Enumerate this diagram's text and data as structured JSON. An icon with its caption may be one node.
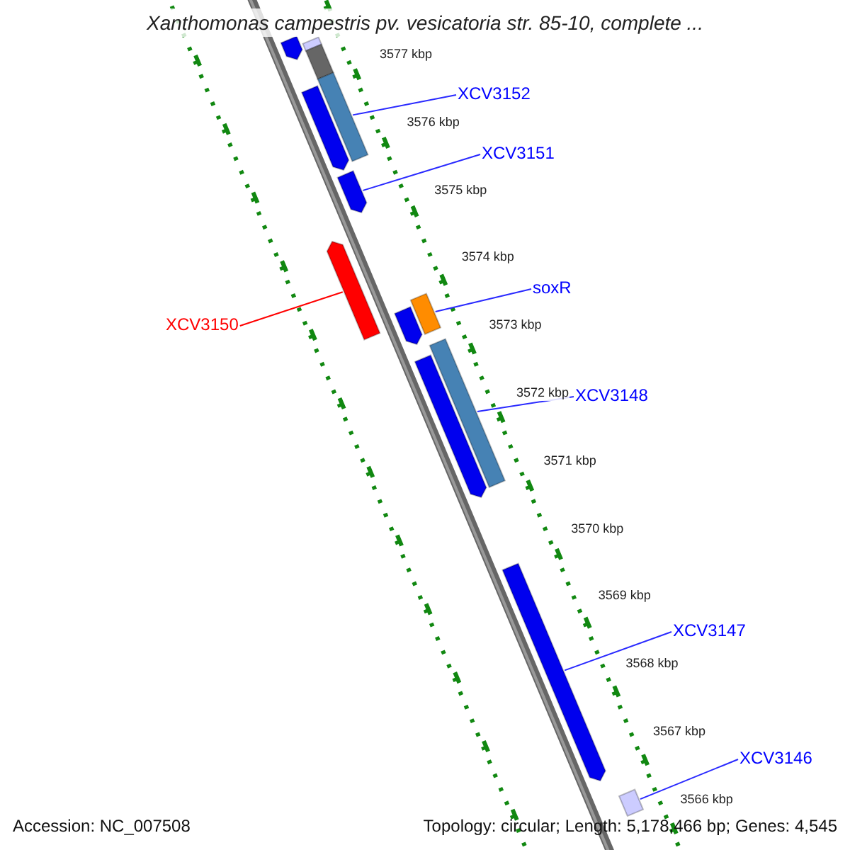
{
  "diagram": {
    "title": "Xanthomonas campestris pv. vesicatoria str. 85-10, complete ...",
    "nodes": [
      {
        "text": [
          "XCV3152"
        ]
      },
      {
        "text": [
          "XCV3151"
        ]
      },
      {
        "text": [
          "XCV3150"
        ]
      },
      {
        "text": [
          "soxR"
        ]
      },
      {
        "text": [
          "XCV3148"
        ]
      },
      {
        "text": [
          "XCV3147"
        ]
      },
      {
        "text": [
          "XCV3146"
        ]
      },
      {
        "text": [],
        "shape": "arrow"
      },
      {
        "text": [],
        "shape": "bar"
      },
      {
        "text": [],
        "shape": "bar"
      },
      {
        "text": [],
        "shape": "bar"
      },
      {
        "text": [],
        "shape": "arrow"
      },
      {
        "text": [],
        "shape": "arrow"
      },
      {
        "text": [],
        "shape": "arrow"
      },
      {
        "text": [],
        "shape": "bar"
      },
      {
        "text": [],
        "shape": "arrow"
      },
      {
        "text": [],
        "shape": "bar"
      },
      {
        "text": [],
        "shape": "arrow"
      },
      {
        "text": [],
        "shape": "arrow"
      },
      {
        "text": [],
        "shape": "bar"
      }
    ],
    "edges": [
      {
        "from": 0,
        "to": 10,
        "arrow": "none"
      },
      {
        "from": 1,
        "to": 12,
        "arrow": "none"
      },
      {
        "from": 2,
        "to": 13,
        "arrow": "none",
        "color": "#ff0000"
      },
      {
        "from": 3,
        "to": 14,
        "arrow": "none"
      },
      {
        "from": 4,
        "to": 16,
        "arrow": "none"
      },
      {
        "from": 5,
        "to": 18,
        "arrow": "none"
      },
      {
        "from": 6,
        "to": 19,
        "arrow": "none"
      }
    ],
    "labels": [
      "3577 kbp",
      "3576 kbp",
      "3575 kbp",
      "3574 kbp",
      "3573 kbp",
      "3572 kbp",
      "3571 kbp",
      "3570 kbp",
      "3569 kbp",
      "3568 kbp",
      "3567 kbp",
      "3566 kbp",
      "Accession: NC_007508",
      "Topology: circular; Length: 5,178,466 bp; Genes: 4,545"
    ]
  }
}
